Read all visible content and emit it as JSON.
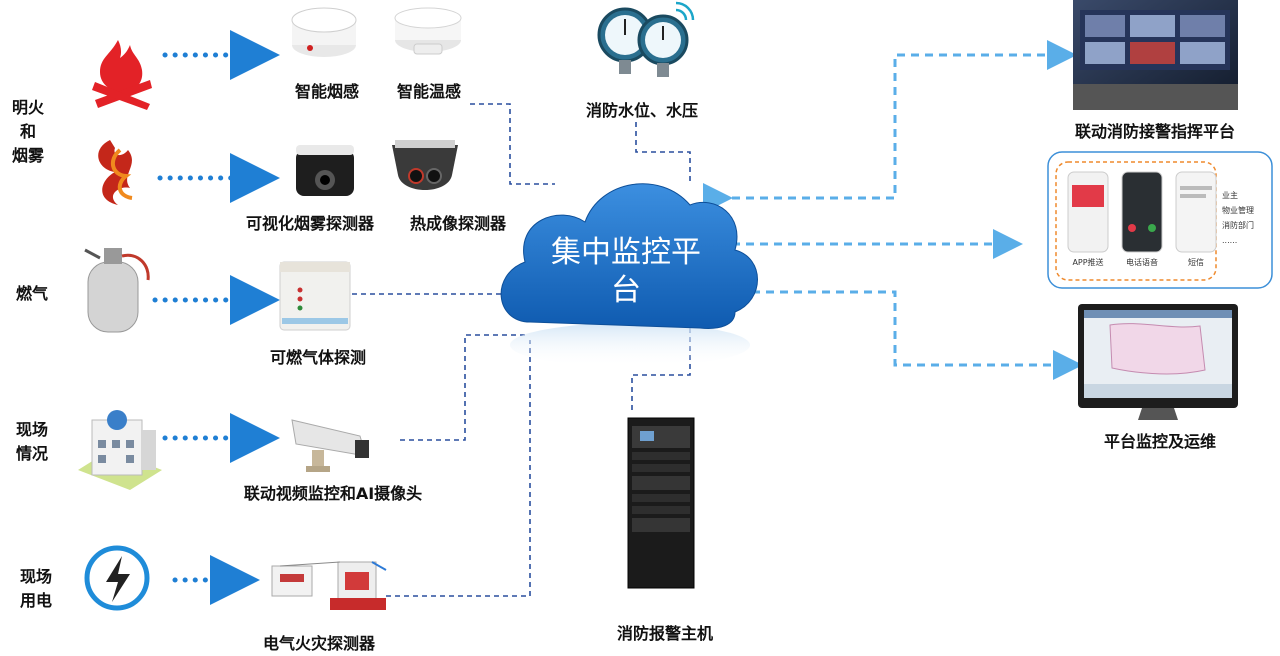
{
  "center": {
    "title_line1": "集中监控平",
    "title_line2": "台"
  },
  "categories": {
    "fire_smoke": [
      "明火",
      "和",
      "烟雾"
    ],
    "gas": [
      "燃气"
    ],
    "scene": [
      "现场",
      "情况"
    ],
    "power": [
      "现场",
      "用电"
    ]
  },
  "devices": {
    "smoke_detector": "智能烟感",
    "temp_detector": "智能温感",
    "visual_smoke": "可视化烟雾探测器",
    "thermal_camera": "热成像探测器",
    "gas_detector": "可燃气体探测",
    "ai_camera": "联动视频监控和AI摄像头",
    "electric_fire": "电气火灾探测器",
    "water_pressure": "消防水位、水压",
    "alarm_host": "消防报警主机"
  },
  "outputs": {
    "command_platform": "联动消防接警指挥平台",
    "monitor_ops": "平台监控及运维",
    "phones": {
      "app_push": "APP推送",
      "phone_call": "电话语音",
      "sms": "短信",
      "recipients": [
        "业主",
        "物业管理",
        "消防部门",
        "......"
      ]
    }
  },
  "colors": {
    "cloud": "#1a6fc2",
    "arrow": "#2f88d6",
    "dashed_line": "#2a4f9e",
    "orange_border": "#ef8a2d"
  }
}
